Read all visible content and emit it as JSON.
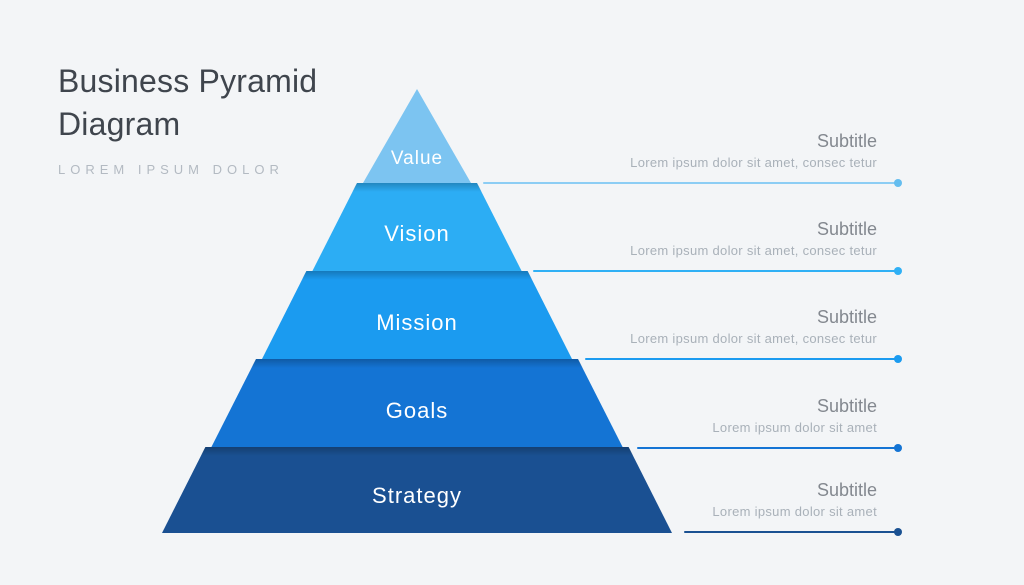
{
  "page": {
    "background": "#f3f5f7"
  },
  "header": {
    "title_line1": "Business Pyramid",
    "title_line2": "Diagram",
    "tagline": "LOREM IPSUM DOLOR"
  },
  "pyramid": {
    "levels": [
      {
        "label": "Value",
        "color": "#7cc4f1"
      },
      {
        "label": "Vision",
        "color": "#2cadf4"
      },
      {
        "label": "Mission",
        "color": "#1b9bf0"
      },
      {
        "label": "Goals",
        "color": "#1474d4"
      },
      {
        "label": "Strategy",
        "color": "#1a5092"
      }
    ]
  },
  "annotations": [
    {
      "heading": "Subtitle",
      "description": "Lorem ipsum dolor sit amet, consec tetur",
      "line_color": "#8ccdf4",
      "dot_color": "#64bdef"
    },
    {
      "heading": "Subtitle",
      "description": "Lorem ipsum dolor sit amet, consec tetur",
      "line_color": "#2fb0f5",
      "dot_color": "#2fb0f5"
    },
    {
      "heading": "Subtitle",
      "description": "Lorem ipsum dolor sit amet, consec tetur",
      "line_color": "#1b9bf0",
      "dot_color": "#1b9bf0"
    },
    {
      "heading": "Subtitle",
      "description": "Lorem ipsum dolor sit amet",
      "line_color": "#1474d4",
      "dot_color": "#1474d4"
    },
    {
      "heading": "Subtitle",
      "description": "Lorem ipsum dolor sit amet",
      "line_color": "#1a5192",
      "dot_color": "#1a5192"
    }
  ]
}
